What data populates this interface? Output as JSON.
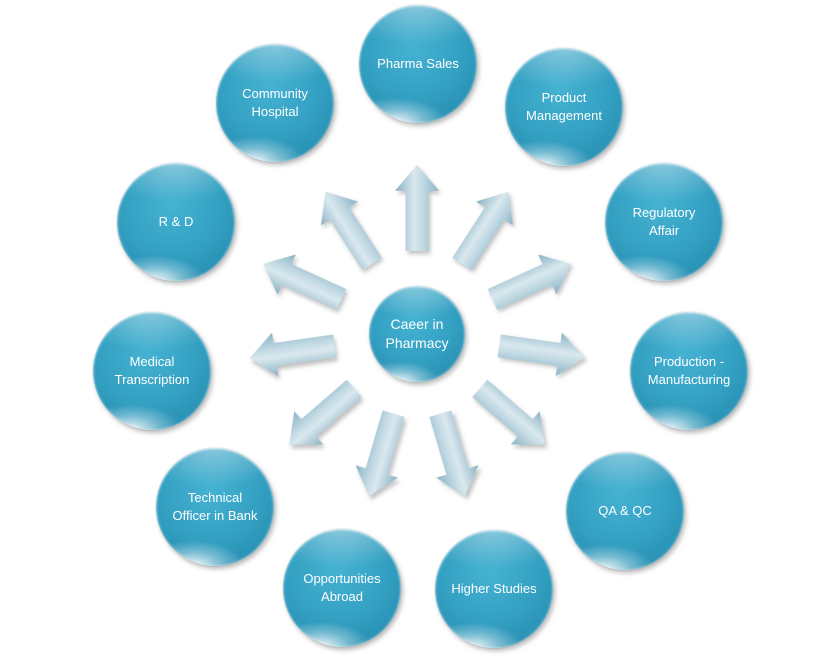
{
  "diagram": {
    "center": {
      "label": "Caeer in Pharmacy"
    },
    "nodes": [
      {
        "id": "pharma-sales",
        "label": "Pharma Sales"
      },
      {
        "id": "product-management",
        "label": "Product Management"
      },
      {
        "id": "regulatory-affair",
        "label": "Regulatory Affair"
      },
      {
        "id": "production-manufacturing",
        "label": "Production - Manufacturing"
      },
      {
        "id": "qa-qc",
        "label": "QA & QC"
      },
      {
        "id": "higher-studies",
        "label": "Higher Studies"
      },
      {
        "id": "opportunities-abroad",
        "label": "Opportunities Abroad"
      },
      {
        "id": "technical-officer-in-bank",
        "label": "Technical Officer in Bank"
      },
      {
        "id": "medical-transcription",
        "label": "Medical Transcription"
      },
      {
        "id": "r-and-d",
        "label": "R & D"
      },
      {
        "id": "community-hospital",
        "label": "Community Hospital"
      }
    ],
    "colors": {
      "node_fill": "#2f9cbe",
      "node_fill_light": "#45b2d2",
      "node_fill_dark": "#2081a6",
      "arrow_fill": "#c3dae4",
      "arrow_fill_light": "#d9e8ee",
      "arrow_fill_dark": "#86adc0",
      "text": "#ffffff",
      "background": "#ffffff"
    }
  }
}
